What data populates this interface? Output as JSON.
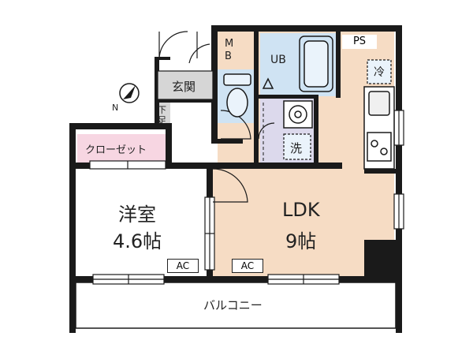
{
  "labels": {
    "mb_top": "M",
    "mb_bottom": "B",
    "ub": "UB",
    "ps": "PS",
    "genkan": "玄関",
    "geta_top": "下",
    "geta_bottom": "足",
    "fridge": "冷",
    "washer": "洗",
    "closet": "クローゼット",
    "western_room": "洋室",
    "western_room_size": "4.6帖",
    "ldk": "LDK",
    "ldk_size": "9帖",
    "ac_western": "AC",
    "ac_ldk": "AC",
    "balcony": "バルコニー",
    "compass": "N"
  },
  "colors": {
    "wall": "#1a1a1a",
    "bath_fill": "#cfe3f3",
    "wash_fill": "#dcd9ec",
    "kitchen_fill": "#f6dcc4",
    "closet_fill": "#f7d6e2",
    "entrance_fill": "#d6d6d6",
    "room_fill": "#ffffff"
  }
}
